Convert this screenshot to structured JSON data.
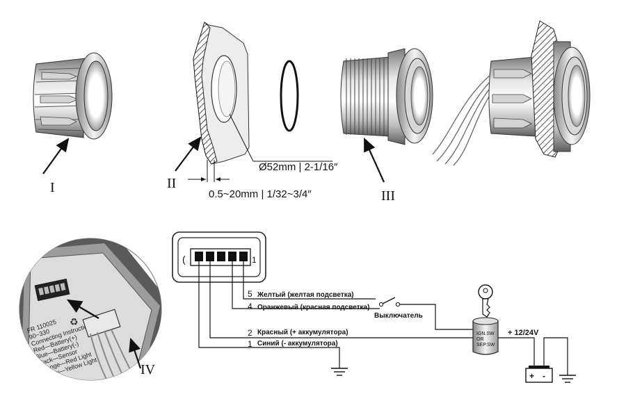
{
  "mounting": {
    "parts": [
      {
        "id": "I",
        "label": "I"
      },
      {
        "id": "II",
        "label": "II"
      },
      {
        "id": "III",
        "label": "III"
      },
      {
        "id": "IV",
        "label": "IV"
      }
    ],
    "hole_diameter": "Ø52mm | 2-1/16″",
    "panel_thickness": "0.5~20mm | 1/32~3/4″"
  },
  "connector_closeup": {
    "label_text_lines": [
      "FR 110025",
      "90~330",
      "Connecting Instruction",
      "Red—Battery(+)",
      "Blue—Battery(-)",
      "Black—Sensor",
      "Orange—Red Light",
      "Yellow—Yellow Light"
    ],
    "icon": "recycle-icon"
  },
  "wiring": {
    "wires": [
      {
        "pin": "5",
        "label": "Желтый (желтая подсветка)"
      },
      {
        "pin": "4",
        "label": "Оранжевый (красная подсветка)"
      },
      {
        "pin": "2",
        "label": "Красный (+ аккумулятора)"
      },
      {
        "pin": "1",
        "label": "Синий (- аккумулятора)"
      }
    ],
    "switch_label": "Выключатель",
    "ignition_label": [
      "IGN.SW",
      "OR",
      "SEP.SW"
    ],
    "voltage": "+ 12/24V",
    "battery_plus": "+",
    "battery_minus": "-"
  }
}
